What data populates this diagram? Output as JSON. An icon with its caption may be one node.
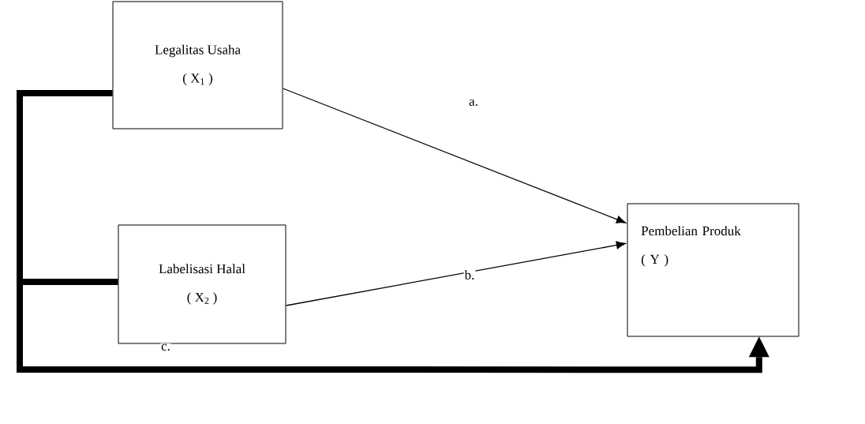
{
  "diagram": {
    "nodes": [
      {
        "text": [
          "Legalitas Usaha",
          "( X$_{1}$ )"
        ]
      },
      {
        "text": [
          "Labelisasi Halal",
          "( X$_{2}$ )"
        ]
      },
      {
        "text": [
          "Pembelian Produk",
          "( Y )"
        ]
      }
    ],
    "edges": [
      {
        "from": 0,
        "to": 2,
        "arrow": "to",
        "label": "a."
      },
      {
        "from": 1,
        "to": 2,
        "arrow": "to",
        "label": "b."
      },
      {
        "from": 0,
        "to": 2,
        "arrow": "to",
        "style": "thick",
        "label": "c."
      },
      {
        "from": 1,
        "to": 2,
        "arrow": "to",
        "style": "thick"
      }
    ]
  }
}
